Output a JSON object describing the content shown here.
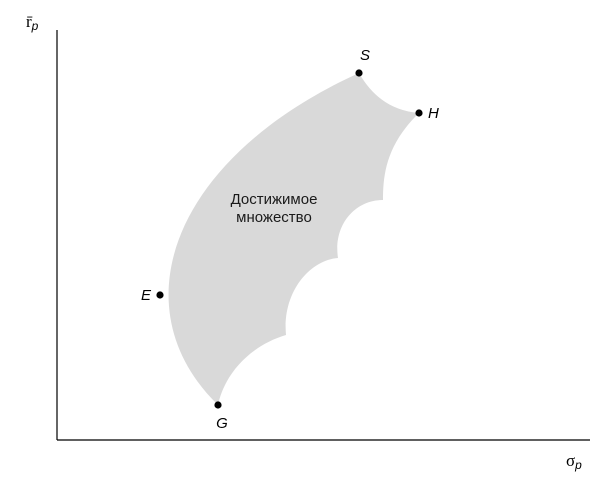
{
  "axes": {
    "y_label_symbol": "r̄",
    "y_label_subscript": "p",
    "x_label_symbol": "σ",
    "x_label_subscript": "p"
  },
  "region": {
    "label_line1": "Достижимое",
    "label_line2": "множество",
    "fill_color": "#d9d9d9"
  },
  "points": [
    {
      "id": "S",
      "label": "S"
    },
    {
      "id": "H",
      "label": "H"
    },
    {
      "id": "E",
      "label": "E"
    },
    {
      "id": "G",
      "label": "G"
    }
  ],
  "colors": {
    "axis": "#000000",
    "point": "#000000",
    "region": "#d9d9d9"
  }
}
